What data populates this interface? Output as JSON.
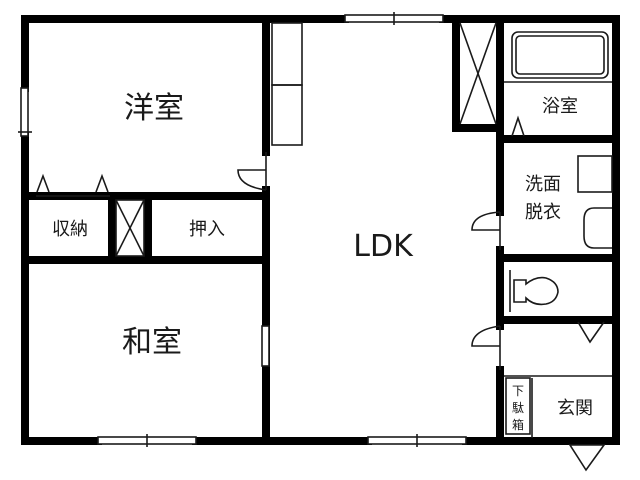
{
  "floor_plan": {
    "rooms": {
      "western_room": "洋室",
      "storage": "収納",
      "closet": "押入",
      "japanese_room": "和室",
      "ldk": "LDK",
      "bathroom": "浴室",
      "washroom_line1": "洗面",
      "washroom_line2": "脱衣",
      "entrance": "玄関",
      "shoe_box_char1": "下",
      "shoe_box_char2": "駄",
      "shoe_box_char3": "箱"
    },
    "colors": {
      "wall": "#000000",
      "line": "#1a1a1a",
      "background": "#ffffff"
    }
  }
}
